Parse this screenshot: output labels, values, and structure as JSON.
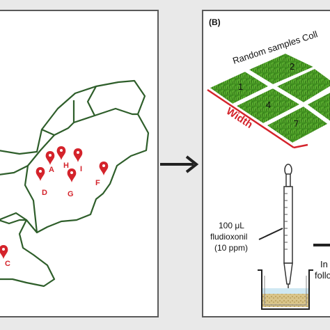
{
  "colors": {
    "map_border": "#2e5e2a",
    "pin": "#d4232b",
    "grass": "#3f8e1f",
    "field_edge": "#d4232b",
    "arrow": "#222222"
  },
  "icons": {
    "pin": "map-pin-icon",
    "arrow": "right-arrow-icon",
    "pipette": "pipette-icon",
    "beaker": "beaker-icon"
  },
  "panel_b": {
    "label": "(B)",
    "collection_text": "Random samples Coll",
    "width_label": "Width",
    "plot_numbers": [
      "1",
      "2",
      "4",
      "7"
    ],
    "dose_line1": "100 μL",
    "dose_line2": "fludioxonil",
    "dose_line3": "(10 ppm)",
    "side_line1": "In",
    "side_line2": "follo"
  },
  "map": {
    "sites": [
      {
        "letter": "A"
      },
      {
        "letter": "H"
      },
      {
        "letter": "I"
      },
      {
        "letter": "D"
      },
      {
        "letter": "G"
      },
      {
        "letter": "F"
      },
      {
        "letter": "C"
      }
    ]
  }
}
